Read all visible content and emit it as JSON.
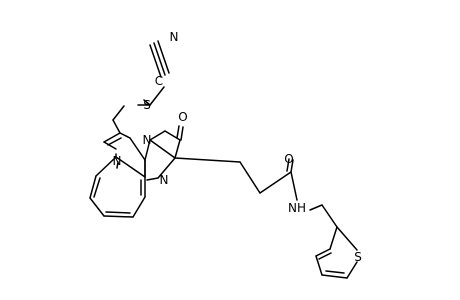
{
  "atom_labels": {
    "nitrile_carbon": "C",
    "nitrile_nitrogen": "N",
    "thioether_sulfur": "S",
    "ketone_oxygen": "O",
    "ring_nitrogen_bridge": "N",
    "ring_nitrogen_left": "N",
    "ring_nitrogen_imine": "N",
    "amide_oxygen": "O",
    "amide_nh": "NH",
    "thiophene_sulfur": "S"
  }
}
